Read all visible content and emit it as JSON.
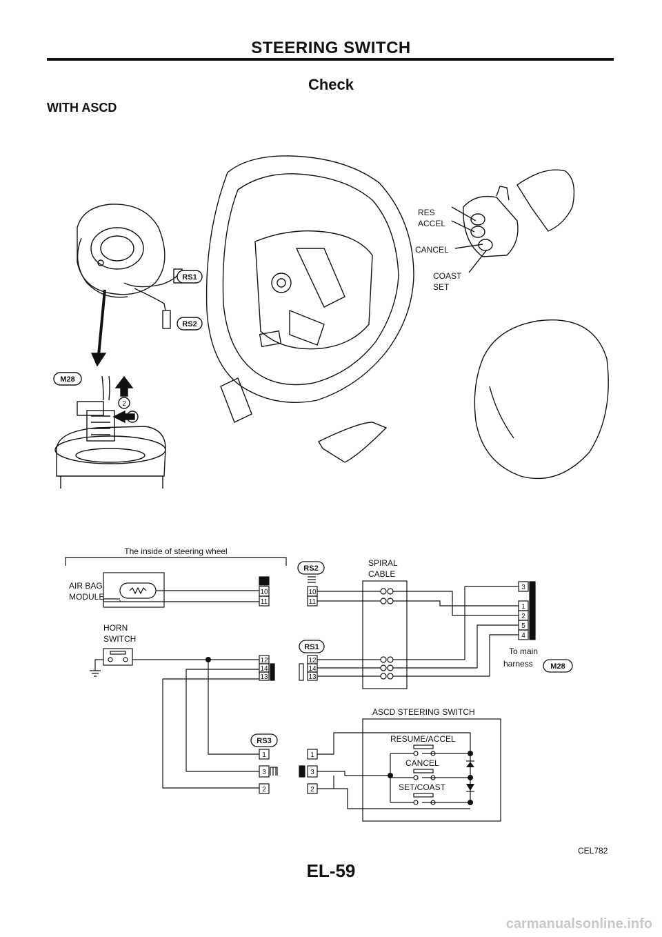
{
  "header": {
    "title": "STEERING SWITCH"
  },
  "section": {
    "title": "Check",
    "subtitle": "WITH ASCD"
  },
  "illustration": {
    "connectors": {
      "rs1": "RS1",
      "rs2": "RS2",
      "m28": "M28"
    },
    "arrows": {
      "one": "1",
      "two": "2"
    },
    "switch_labels": {
      "res": "RES",
      "accel": "ACCEL",
      "cancel": "CANCEL",
      "coast": "COAST",
      "set": "SET"
    }
  },
  "schematic": {
    "inside_label": "The inside of steering wheel",
    "airbag": {
      "line1": "AIR BAG",
      "line2": "MODULE"
    },
    "horn": {
      "line1": "HORN",
      "line2": "SWITCH"
    },
    "spiral": {
      "line1": "SPIRAL",
      "line2": "CABLE"
    },
    "tags": {
      "rs2": "RS2",
      "rs1": "RS1",
      "rs3": "RS3",
      "m28": "M28"
    },
    "to_main": {
      "line1": "To main",
      "line2": "harness"
    },
    "ascd_title": "ASCD STEERING SWITCH",
    "switches": {
      "resume": "RESUME/ACCEL",
      "cancel": "CANCEL",
      "set": "SET/COAST"
    },
    "pins": {
      "p10": "10",
      "p11": "11",
      "p12": "12",
      "p14": "14",
      "p13": "13",
      "p1": "1",
      "p2": "2",
      "p3": "3",
      "p4": "4",
      "p5": "5"
    }
  },
  "figure_id": "CEL782",
  "page_number": "EL-59",
  "footer": "carmanualsonline.info"
}
